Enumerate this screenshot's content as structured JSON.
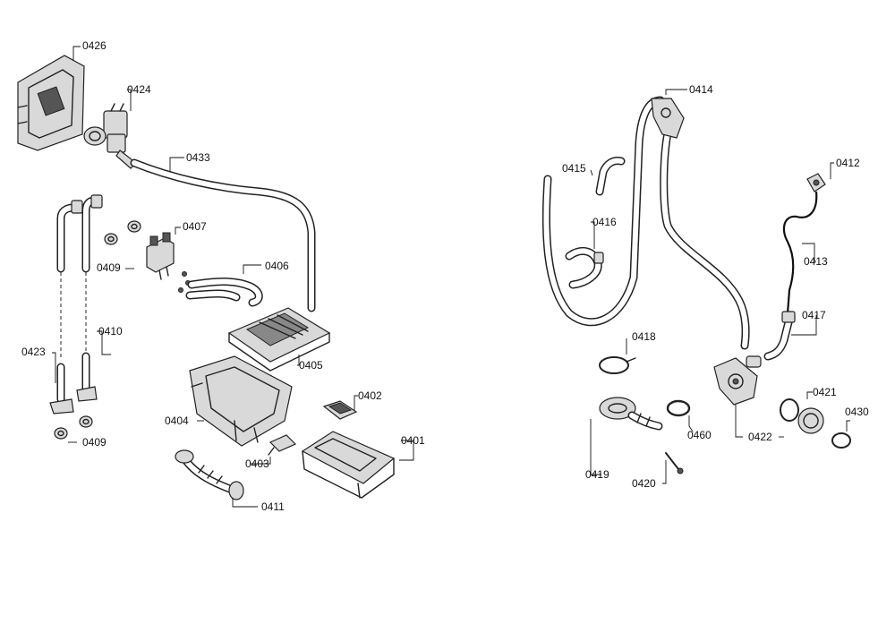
{
  "labels": {
    "p0426": "0426",
    "p0424": "0424",
    "p0433": "0433",
    "p0407": "0407",
    "p0409a": "0409",
    "p0406": "0406",
    "p0410": "0410",
    "p0423": "0423",
    "p0405": "0405",
    "p0402": "0402",
    "p0404": "0404",
    "p0401": "0401",
    "p0409b": "0409",
    "p0403": "0403",
    "p0411": "0411",
    "p0414": "0414",
    "p0415": "0415",
    "p0412": "0412",
    "p0416": "0416",
    "p0413": "0413",
    "p0417": "0417",
    "p0418": "0418",
    "p0421": "0421",
    "p0430": "0430",
    "p0460": "0460",
    "p0422": "0422",
    "p0419": "0419",
    "p0420": "0420"
  }
}
